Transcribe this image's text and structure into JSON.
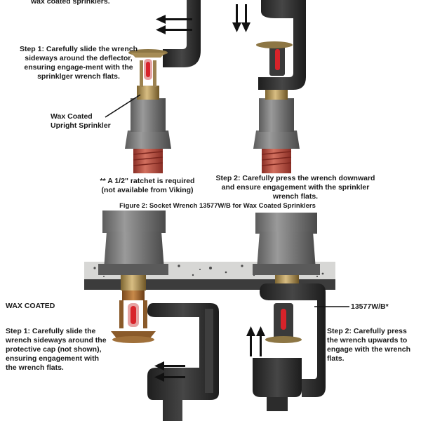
{
  "top": {
    "cut_text": "wax coated sprinklers.",
    "step1": "Step 1: Carefully slide the wrench sideways around the deflector, ensuring engage-ment with the sprinklger wrench flats.",
    "sprinkler_label_line1": "Wax Coated",
    "sprinkler_label_line2": "Upright Sprinkler"
  },
  "middle": {
    "ratchet_note_line1": "** A 1/2\" ratchet is required",
    "ratchet_note_line2": "(not available from Viking)",
    "step2": "Step 2: Carefully press the wrench downward and ensure engagement with the sprinkler wrench flats.",
    "figure_caption": "Figure 2: Socket Wrench 13577W/B for Wax Coated Sprinklers"
  },
  "bottom": {
    "heading": "WAX COATED",
    "step1": "Step 1: Carefully slide the wrench sideways around the protective cap (not shown), ensuring engagement with the wrench flats.",
    "part_label": "13577W/B*",
    "step2": "Step 2: Carefully press the wrench upwards to engage with the wrench flats."
  },
  "colors": {
    "wrench": "#2c2c2c",
    "socket": "#7a7a7a",
    "pipe": "#b5463a",
    "bulb": "#d8232a",
    "brass": "#b89858"
  }
}
